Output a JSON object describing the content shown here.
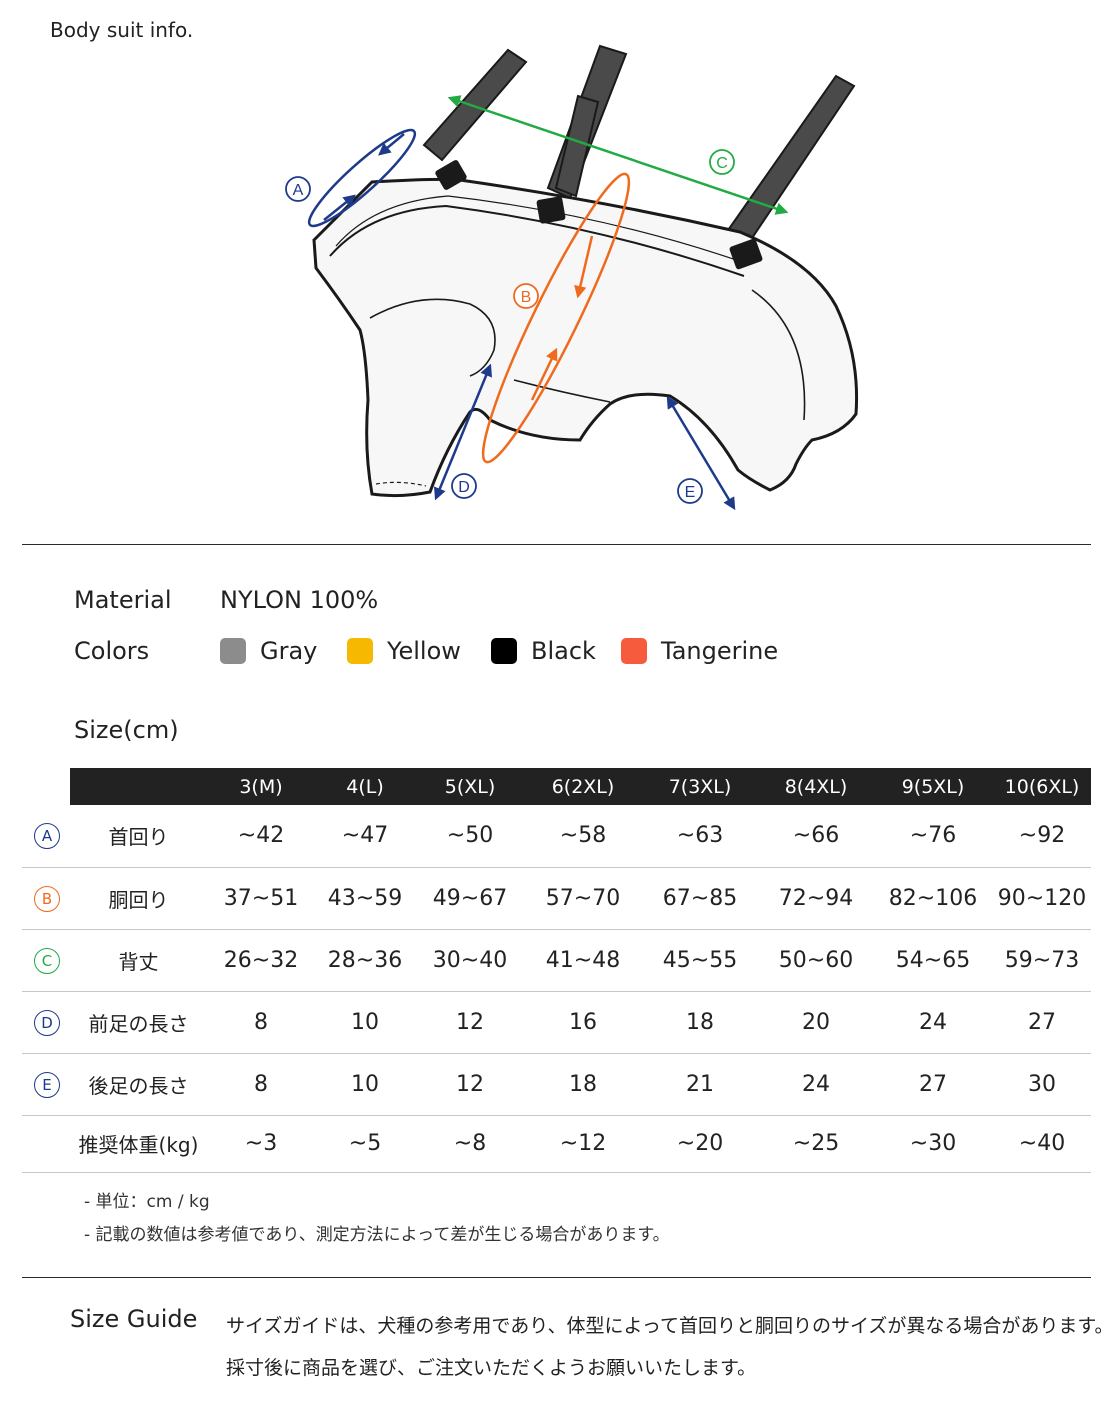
{
  "header": {
    "title": "Body suit info."
  },
  "illustration": {
    "markers": [
      {
        "letter": "A",
        "color": "#1e3a8a"
      },
      {
        "letter": "B",
        "color": "#f06a1e"
      },
      {
        "letter": "C",
        "color": "#22aa44"
      },
      {
        "letter": "D",
        "color": "#1e3a8a"
      },
      {
        "letter": "E",
        "color": "#1e3a8a"
      }
    ]
  },
  "specs": {
    "material_label": "Material",
    "material_value": "NYLON 100%",
    "colors_label": "Colors",
    "colors": [
      {
        "name": "Gray",
        "hex": "#8c8c8c"
      },
      {
        "name": "Yellow",
        "hex": "#f6b800"
      },
      {
        "name": "Black",
        "hex": "#000000"
      },
      {
        "name": "Tangerine",
        "hex": "#f55b3c"
      }
    ]
  },
  "size_chart": {
    "title": "Size(cm)",
    "columns": [
      "3(M)",
      "4(L)",
      "5(XL)",
      "6(2XL)",
      "7(3XL)",
      "8(4XL)",
      "9(5XL)",
      "10(6XL)"
    ],
    "rows": [
      {
        "badge": "A",
        "badge_color": "#1e3a8a",
        "label": "首回り",
        "values": [
          "~42",
          "~47",
          "~50",
          "~58",
          "~63",
          "~66",
          "~76",
          "~92"
        ]
      },
      {
        "badge": "B",
        "badge_color": "#f06a1e",
        "label": "胴回り",
        "values": [
          "37~51",
          "43~59",
          "49~67",
          "57~70",
          "67~85",
          "72~94",
          "82~106",
          "90~120"
        ]
      },
      {
        "badge": "C",
        "badge_color": "#22aa44",
        "label": "背丈",
        "values": [
          "26~32",
          "28~36",
          "30~40",
          "41~48",
          "45~55",
          "50~60",
          "54~65",
          "59~73"
        ]
      },
      {
        "badge": "D",
        "badge_color": "#1e3a8a",
        "label": "前足の長さ",
        "values": [
          "8",
          "10",
          "12",
          "16",
          "18",
          "20",
          "24",
          "27"
        ]
      },
      {
        "badge": "E",
        "badge_color": "#1e3a8a",
        "label": "後足の長さ",
        "values": [
          "8",
          "10",
          "12",
          "18",
          "21",
          "24",
          "27",
          "30"
        ]
      },
      {
        "badge": "",
        "badge_color": "#ffffff",
        "label": "推奨体重(kg)",
        "values": [
          "~3",
          "~5",
          "~8",
          "~12",
          "~20",
          "~25",
          "~30",
          "~40"
        ]
      }
    ]
  },
  "notes": [
    "- 単位：cm / kg",
    "- 記載の数値は参考値であり、測定方法によって差が生じる場合があります。"
  ],
  "size_guide": {
    "label": "Size Guide",
    "lines": [
      "サイズガイドは、犬種の参考用であり、体型によって首回りと胴回りのサイズが異なる場合があります。",
      "採寸後に商品を選び、ご注文いただくようお願いいたします。"
    ]
  }
}
